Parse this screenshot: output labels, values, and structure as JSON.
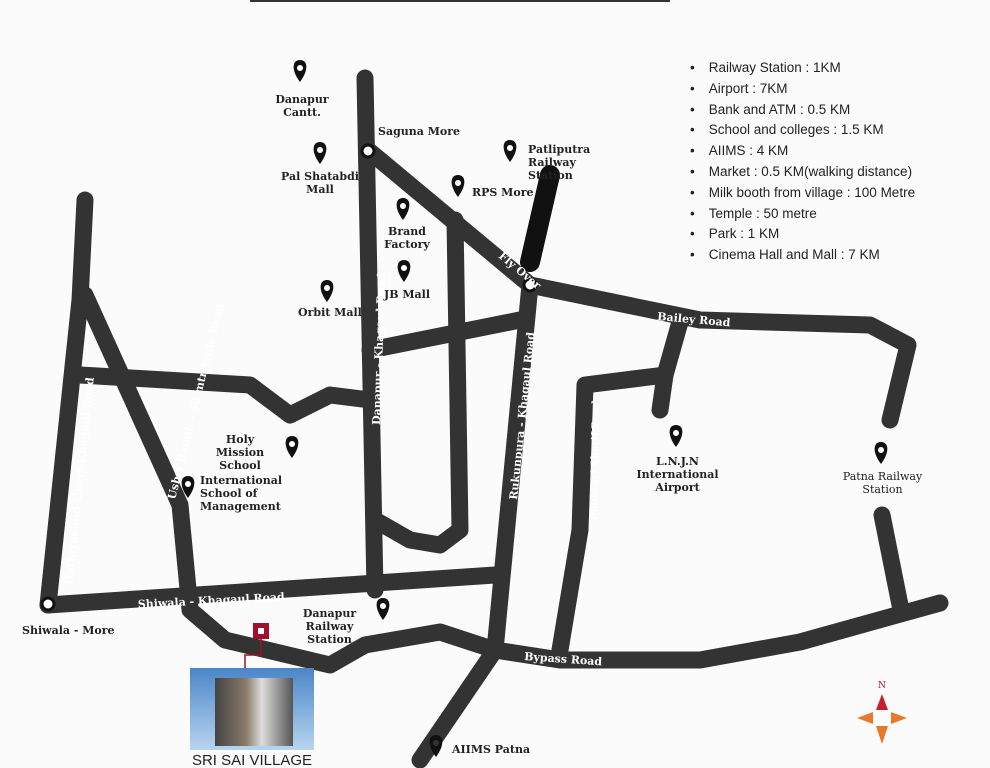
{
  "distances": [
    "Railway Station : 1KM",
    "Airport : 7KM",
    "Bank and ATM : 0.5 KM",
    "School and colleges : 1.5 KM",
    "AIIMS : 4 KM",
    "Market : 0.5 KM(walking distance)",
    "Milk booth from village : 100 Metre",
    "Temple : 50 metre",
    "Park : 1 KM",
    "Cinema Hall and Mall : 7 KM"
  ],
  "places": {
    "danapur_cantt": "Danapur Cantt.",
    "saguna_more": "Saguna More",
    "pal_shatabdi": "Pal Shatabdi Mall",
    "patliputra": "Patliputra Railway Station",
    "rps_more": "RPS More",
    "brand_factory": "Brand Factory",
    "jb_mall": "JB Mall",
    "orbit_mall": "Orbit Mall",
    "holy_mission": "Holy Mission School",
    "ism": "International School of Management",
    "lnjn": "L.N.J.N International Airport",
    "patna_rs": "Patna Railway Station",
    "shiwala_more": "Shiwala - More",
    "danapur_rs": "Danapur Railway Station",
    "aiims": "AIIMS Patna"
  },
  "roads": {
    "hathiyakand": "Hathiyakand-Ushri-Khagaul Road",
    "ushri": "Ushri Bandh - 30 mtr Wide Road",
    "danapur_khagaul": "Danapur - Khagaul Road",
    "fly_over": "Fly Over",
    "bailey": "Bailey Road",
    "rukunpura": "Rukunpura - Khagaul Road",
    "phulwari": "Phulwari Sharif Road",
    "shiwala_khagaul": "Shiwala - Khagaul Road",
    "bypass": "Bypass Road"
  },
  "project": {
    "name": "SRI SAI VILLAGE"
  },
  "compass": {
    "north": "N"
  },
  "colors": {
    "road": "#333333",
    "site": "#a0102a",
    "compass": "#e8782a"
  }
}
